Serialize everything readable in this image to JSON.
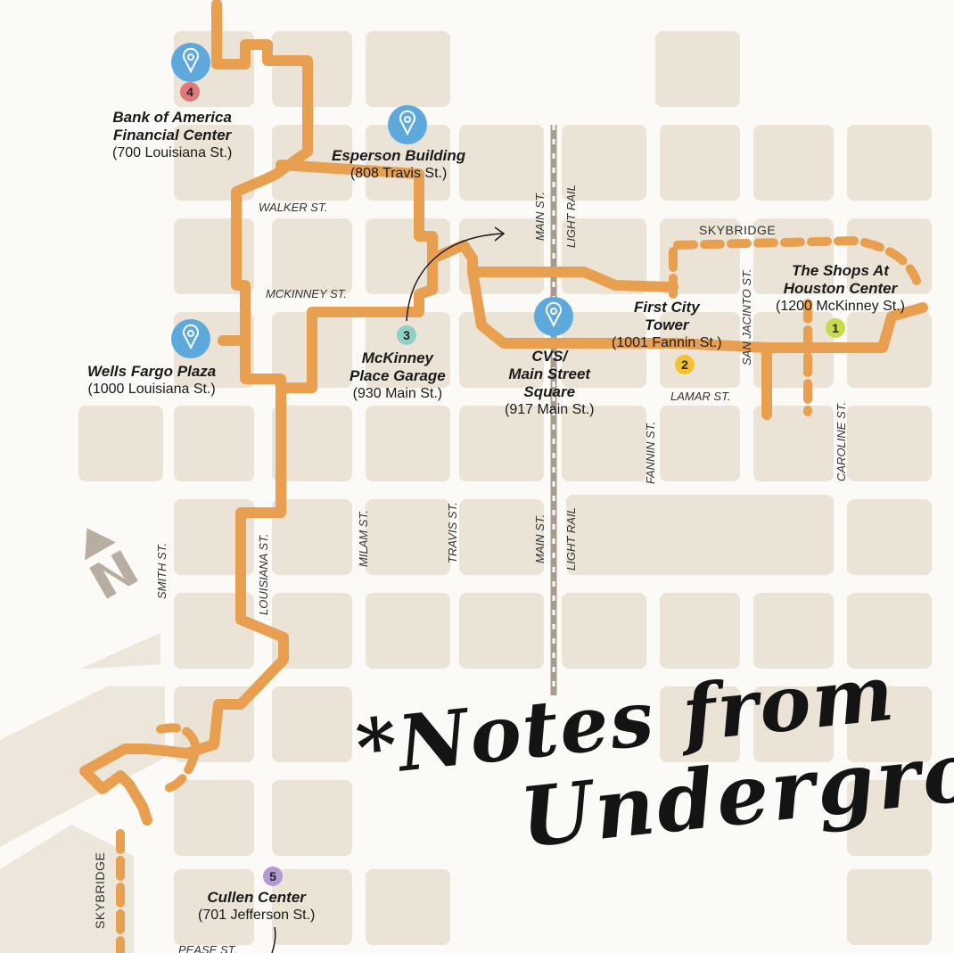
{
  "locations": [
    {
      "number": "1",
      "name": "The Shops At Houston Center",
      "name_line1": "The Shops At",
      "name_line2": "Houston Center",
      "address": "(1200 McKinney St.)",
      "badge_color": "#c8dc4a"
    },
    {
      "number": "2",
      "name": "First City Tower",
      "name_line1": "First City",
      "name_line2": "Tower",
      "address": "(1001 Fannin St.)",
      "badge_color": "#f2c230"
    },
    {
      "number": "3",
      "name": "McKinney Place Garage",
      "name_line1": "McKinney",
      "name_line2": "Place Garage",
      "address": "(930 Main St.)",
      "badge_color": "#8fd0c6"
    },
    {
      "number": "4",
      "name": "Bank of America Financial Center",
      "name_line1": "Bank of America",
      "name_line2": "Financial Center",
      "address": "(700 Louisiana St.)",
      "badge_color": "#e0787c"
    },
    {
      "number": "5",
      "name": "Cullen Center",
      "name_line1": "Cullen Center",
      "address": "(701 Jefferson St.)",
      "badge_color": "#b39ad2"
    }
  ],
  "pins": [
    {
      "name": "Esperson Building",
      "address": "(808 Travis St.)"
    },
    {
      "name_line1": "CVS/",
      "name_line2": "Main Street",
      "name_line3": "Square",
      "address": "(917 Main St.)"
    },
    {
      "name": "Wells Fargo Plaza",
      "address": "(1000 Louisiana St.)"
    }
  ],
  "streets": {
    "walker": "WALKER ST.",
    "mckinney": "MCKINNEY ST.",
    "lamar": "LAMAR ST.",
    "main_top": "MAIN ST.",
    "light_rail_top": "LIGHT RAIL",
    "main_bottom": "MAIN ST.",
    "light_rail_bottom": "LIGHT RAIL",
    "san_jacinto": "SAN JACINTO ST.",
    "fannin": "FANNIN ST.",
    "caroline": "CAROLINE ST.",
    "smith": "SMITH ST.",
    "louisiana": "LOUISIANA ST.",
    "milam": "MILAM ST.",
    "travis": "TRAVIS ST.",
    "pease": "PEASE ST.",
    "skybridge_right": "SKYBRIDGE",
    "skybridge_left": "SKYBRIDGE"
  },
  "title": {
    "line1": "*Notes from",
    "line2": "Underground"
  },
  "colors": {
    "route": "#e8a050",
    "block": "#ebe4d6",
    "pin": "#5ea9dc",
    "light_rail": "#a99c8c",
    "north_arrow": "#b7aea1"
  },
  "icons": {
    "pin": "map-pin-icon",
    "north": "north-arrow-icon"
  }
}
